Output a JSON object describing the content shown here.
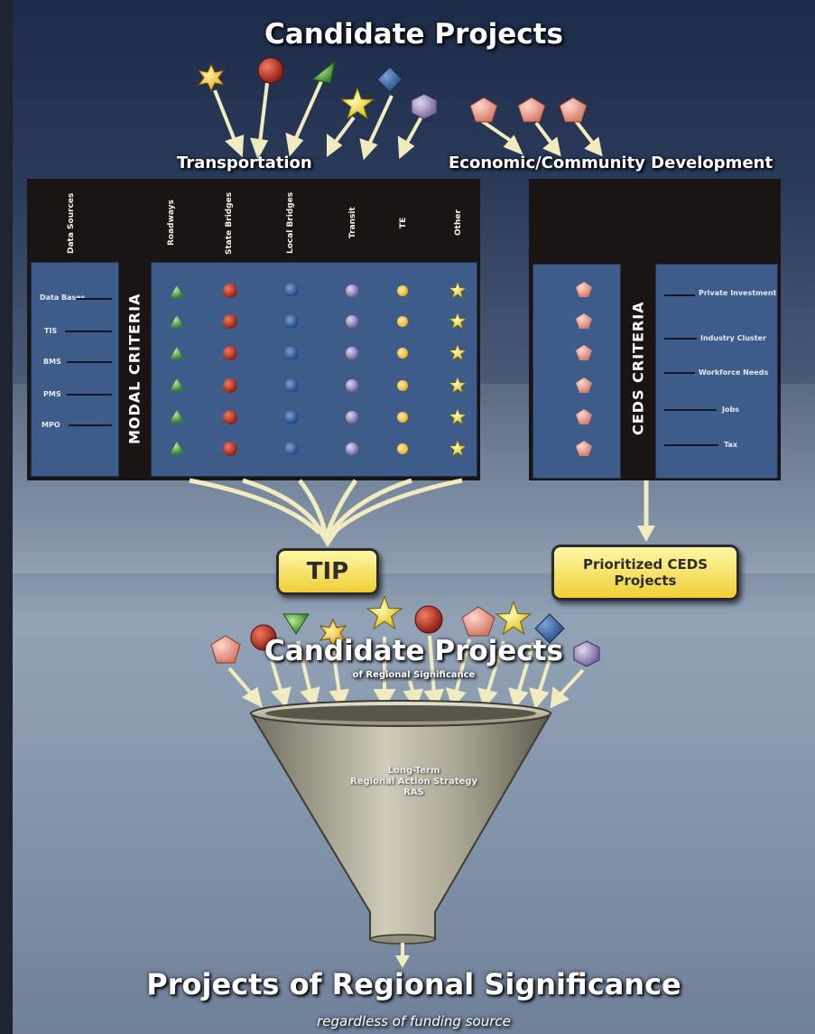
{
  "title_top": "Candidate Projects",
  "label_transportation": "Transportation",
  "label_economic": "Economic/Community Development",
  "column_headers": [
    "Data Sources",
    "Roadways",
    "State Bridges",
    "Local Bridges",
    "Transit",
    "TE",
    "Other"
  ],
  "data_sources": [
    "Data Bases",
    "TIS",
    "BMS",
    "PMS",
    "MPO"
  ],
  "modal_criteria_label": "MODAL CRITERIA",
  "ceds_criteria_label": "CEDS CRITERIA",
  "ceds_items": [
    "Private Investment",
    "Industry Cluster",
    "Workforce Needs",
    "Jobs",
    "Tax"
  ],
  "tip_label": "TIP",
  "ceds_box_line1": "Prioritized CEDS",
  "ceds_box_line2": "Projects",
  "mid_title": "Candidate Projects",
  "mid_subtitle": "of Regional Significance",
  "funnel_text_line1": "Long-Term",
  "funnel_text_line2": "Regional Action Strategy",
  "funnel_text_line3": "RAS",
  "bottom_title": "Projects of Regional Significance",
  "bottom_subtitle": "regardless of funding source",
  "colors": {
    "sun": "#f3c52a",
    "red": "#c8382b",
    "green": "#5fb84a",
    "star": "#f3e43a",
    "blue": "#3d6aa8",
    "purple": "#a999c6",
    "pink": "#f1a393"
  }
}
